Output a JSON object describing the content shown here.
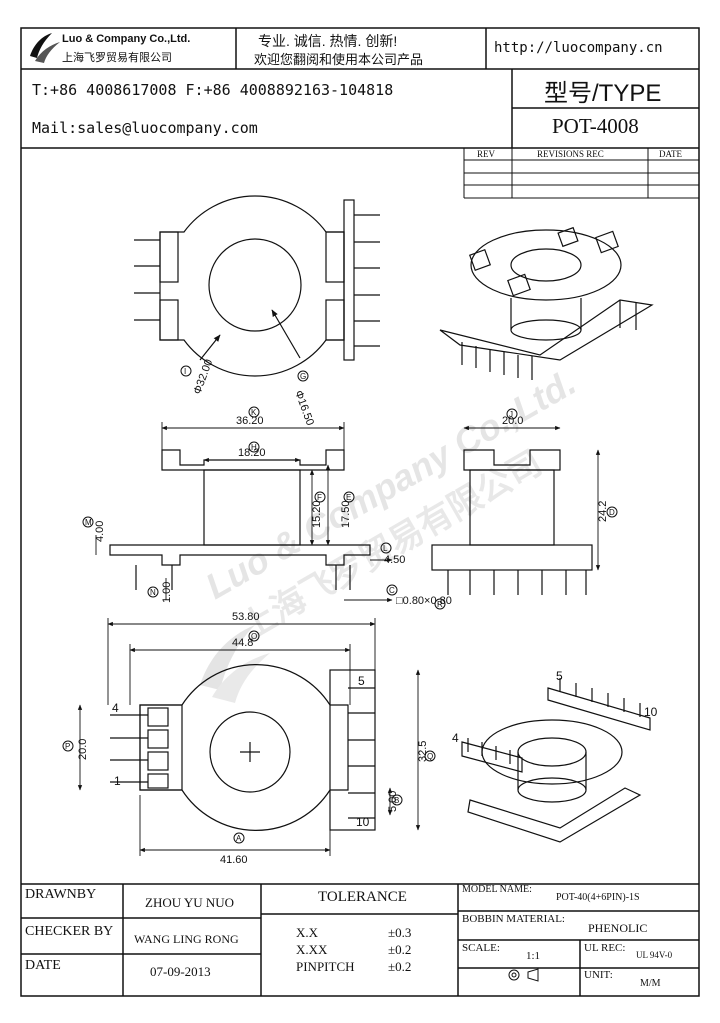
{
  "header": {
    "company_en": "Luo & Company Co.,Ltd.",
    "company_cn": "上海飞罗贸易有限公司",
    "slogan_line1": "专业. 诚信. 热情. 创新!",
    "slogan_line2": "欢迎您翻阅和使用本公司产品",
    "website": "http://luocompany.cn",
    "phone": "T:+86 4008617008 F:+86 4008892163-104818",
    "email": "Mail:sales@luocompany.com",
    "type_label": "型号/TYPE",
    "model": "POT-4008"
  },
  "revisions": {
    "col_rev": "REV",
    "col_rec": "REVISIONS REC",
    "col_date": "DATE"
  },
  "dimensions": {
    "d_outer": "Φ32.00",
    "d_inner": "Φ16.50",
    "w_top": "36.20",
    "w_inner": "18.20",
    "h_15": "15.20",
    "h_17": "17.50",
    "h_4": "4.00",
    "d_450": "4.50",
    "pin_080": "□0.80×0.80",
    "d_100": "1.00",
    "side_20": "20.0",
    "side_242": "24.2",
    "base_538": "53.80",
    "base_448": "44.8",
    "base_200": "20.0",
    "base_325": "32.5",
    "base_500": "5.00",
    "base_416": "41.60",
    "pin1": "1",
    "pin4": "4",
    "pin5": "5",
    "pin10": "10",
    "iso_pin4": "4",
    "iso_pin5": "5",
    "iso_pin10": "10"
  },
  "balloons": {
    "A": "A",
    "B": "B",
    "C": "C",
    "D": "D",
    "E": "E",
    "F": "F",
    "G": "G",
    "H": "H",
    "I": "I",
    "J": "J",
    "K": "K",
    "L": "L",
    "M": "M",
    "N": "N",
    "O": "O",
    "P": "P",
    "Q": "Q",
    "R": "R"
  },
  "watermark": {
    "line1": "Luo & Company Co.,Ltd.",
    "line2": "上海飞罗贸易有限公司"
  },
  "title_block": {
    "drawnby_label": "DRAWNBY",
    "drawnby": "ZHOU YU NUO",
    "checker_label": "CHECKER BY",
    "checker": "WANG LING RONG",
    "date_label": "DATE",
    "date": "07-09-2013",
    "tolerance_label": "TOLERANCE",
    "tol_xx_label": "X.X",
    "tol_xx": "±0.3",
    "tol_xxx_label": "X.XX",
    "tol_xxx": "±0.2",
    "tol_pin_label": "PINPITCH",
    "tol_pin": "±0.2",
    "model_name_label": "MODEL NAME:",
    "model_name": "POT-40(4+6PIN)-1S",
    "bobbin_label": "BOBBIN MATERIAL:",
    "bobbin": "PHENOLIC",
    "scale_label": "SCALE:",
    "scale": "1:1",
    "ul_label": "UL REC:",
    "ul": "UL 94V-0",
    "unit_label": "UNIT:",
    "unit": "M/M"
  },
  "colors": {
    "line": "#111111",
    "watermark": "#c8c8c8"
  },
  "icons": [
    "company-logo-icon",
    "projection-symbol-icon"
  ]
}
